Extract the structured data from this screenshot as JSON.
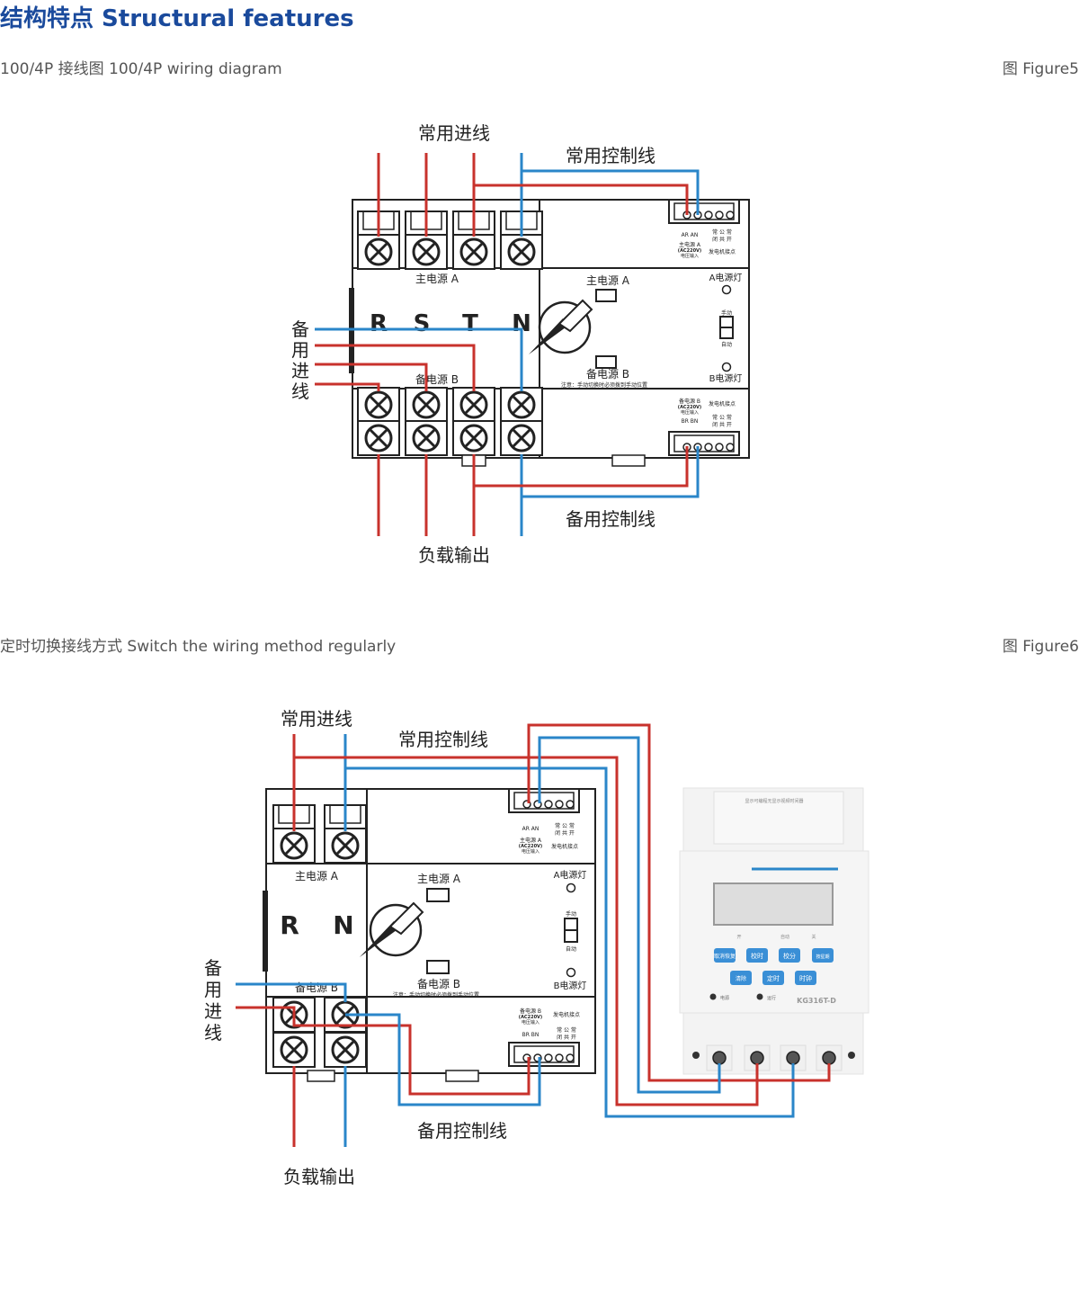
{
  "page_title": "结构特点 Structural features",
  "figure5": {
    "caption": "100/4P 接线图  100/4P wiring diagram",
    "figure_label": "图 Figure5",
    "label_common_in": "常用进线",
    "label_common_ctrl": "常用控制线",
    "label_backup_in": [
      "备",
      "用",
      "进",
      "线"
    ],
    "label_backup_ctrl": "备用控制线",
    "label_load_out": "负载输出",
    "phases": [
      "R",
      "S",
      "T",
      "N"
    ],
    "main_source_a": "主电源 A",
    "backup_source_b": "备电源 B",
    "switch_main_a": "主电源 A",
    "switch_backup_b": "备电源 B",
    "note": "注意：手动切换时必须拨到手动位置",
    "lamp_a": "A电源灯",
    "lamp_b": "B电源灯",
    "manual": "手动",
    "auto": "自动",
    "term_top": {
      "ar_an": "AR   AN",
      "chang_gong_chang": "常 公 常",
      "bi_gong_kai": "闭 共 开",
      "main_a": "主电源 A",
      "voltage": "(AC220V)",
      "voltage_in": "电压输入",
      "gen_contact": "发电机接点"
    },
    "term_bottom": {
      "backup_b": "备电源 B",
      "voltage": "(AC220V)",
      "voltage_in": "电压输入",
      "br_bn": "BR   BN",
      "gen_contact": "发电机接点",
      "chang_gong_chang": "常 公 常",
      "bi_gong_kai": "闭 共 开"
    }
  },
  "figure6": {
    "caption": "定时切换接线方式 Switch the wiring method regularly",
    "figure_label": "图 Figure6",
    "label_common_in": "常用进线",
    "label_common_ctrl": "常用控制线",
    "label_backup_in": [
      "备",
      "用",
      "进",
      "线"
    ],
    "label_backup_ctrl": "备用控制线",
    "label_load_out": "负载输出",
    "phases": [
      "R",
      "N"
    ],
    "main_source_a": "主电源 A",
    "backup_source_b": "备电源 B",
    "switch_main_a": "主电源 A",
    "switch_backup_b": "备电源 B",
    "note": "注意：手动切换时必须拨到手动位置",
    "lamp_a": "A电源灯",
    "lamp_b": "B电源灯",
    "manual": "手动",
    "auto": "自动",
    "term_top": {
      "ar_an": "AR   AN",
      "chang_gong_chang": "常 公 常",
      "bi_gong_kai": "闭 共 开",
      "main_a": "主电源 A",
      "voltage": "(AC220V)",
      "voltage_in": "电压输入",
      "gen_contact": "发电机接点"
    },
    "term_bottom": {
      "backup_b": "备电源 B",
      "voltage": "(AC220V)",
      "voltage_in": "电压输入",
      "br_bn": "BR   BN",
      "gen_contact": "发电机接点",
      "chang_gong_chang": "常 公 常",
      "bi_gong_kai": "闭 共 开"
    },
    "timer": {
      "header_text": "显示可编程无显示视频时间器",
      "buttons_row1": [
        "取消恢复",
        "校时",
        "校分",
        "按星期"
      ],
      "buttons_row2": [
        "清除",
        "定时",
        "时钟"
      ],
      "mode_labels": [
        "开",
        "自动",
        "关"
      ],
      "led_power": "电源",
      "led_run": "运行",
      "model": "KG316T-D"
    }
  },
  "colors": {
    "red": "#c8322c",
    "blue": "#2a86c9",
    "title": "#1a4a9c"
  }
}
